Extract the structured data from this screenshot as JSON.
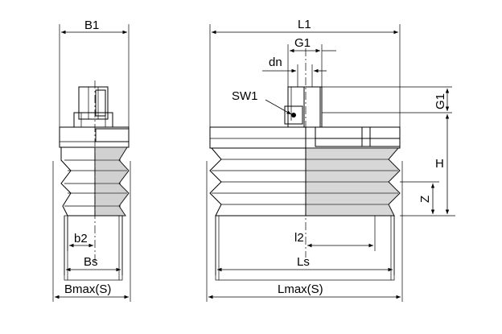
{
  "dimensions": {
    "B1": "B1",
    "b2": "b2",
    "Bs": "Bs",
    "Bmax": "Bmax(S)",
    "L1": "L1",
    "G1_top": "G1",
    "dn": "dn",
    "SW1": "SW1",
    "G1_side": "G1",
    "H": "H",
    "Z": "Z",
    "l2": "l2",
    "Ls": "Ls",
    "Lmax": "Lmax(S)"
  },
  "colors": {
    "line": "#000000",
    "body_fill": "#d9d9d9",
    "body_dark": "#a8a8a8",
    "background": "#ffffff"
  }
}
